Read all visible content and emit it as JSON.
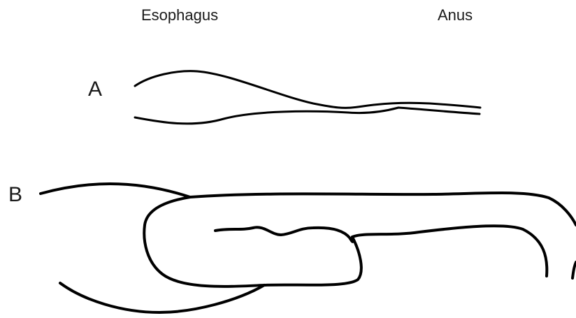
{
  "labels": {
    "esophagus": "Esophagus",
    "anus": "Anus",
    "a": "A",
    "b": "B"
  },
  "style": {
    "stroke_color": "#000000",
    "background": "#ffffff",
    "text_color": "#1a1a1a"
  }
}
